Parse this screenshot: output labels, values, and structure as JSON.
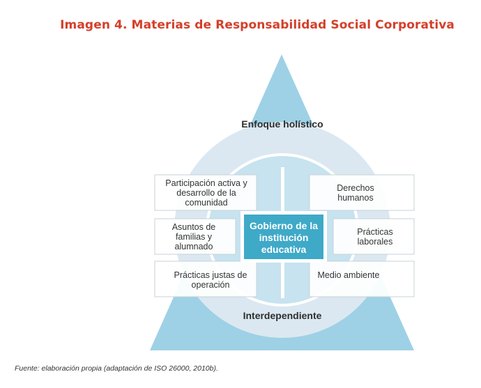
{
  "title": "Imagen 4. Materias de Responsabilidad Social Corporativa",
  "diagram": {
    "top_label": "Enfoque holístico",
    "bottom_label": "Interdependiente",
    "center_label": "Gobierno de la institución educativa",
    "boxes": {
      "top_left": "Participación activa y desarrollo de la comunidad",
      "mid_left": "Asuntos de familias y alumnado",
      "bottom_left": "Prácticas justas de operación",
      "top_right": "Derechos humanos",
      "mid_right": "Prácticas laborales",
      "bottom_right": "Medio ambiente"
    },
    "colors": {
      "triangle": "#9ed1e5",
      "circle": "#d9e8f1",
      "center": "#3fa9c8",
      "box_border": "#c9d1d7"
    }
  },
  "source": "Fuente: elaboración propia (adaptación de ISO 26000, 2010b)."
}
